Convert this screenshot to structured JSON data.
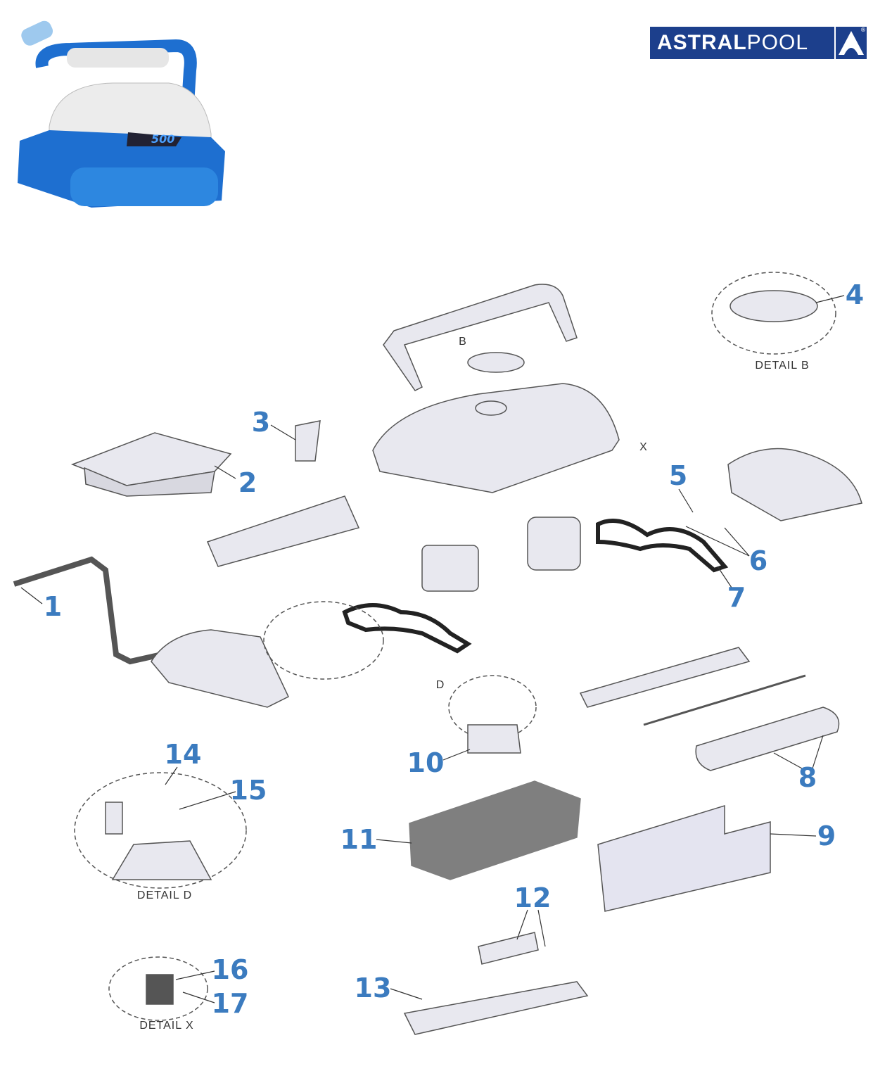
{
  "brand": {
    "name_bold": "ASTRAL",
    "name_light": "POOL",
    "registered": "®"
  },
  "product": {
    "badge": "500"
  },
  "details": {
    "b_letter": "B",
    "x_letter": "X",
    "d_letter": "D",
    "detail_b": "DETAIL B",
    "detail_d": "DETAIL D",
    "detail_x": "DETAIL X"
  },
  "callouts": [
    "1",
    "2",
    "3",
    "4",
    "5",
    "6",
    "7",
    "8",
    "9",
    "10",
    "11",
    "12",
    "13",
    "14",
    "15",
    "16",
    "17"
  ],
  "colors": {
    "callout": "#3b7bbf",
    "brand": "#1c3f8c",
    "product_blue": "#1e6fd0"
  }
}
